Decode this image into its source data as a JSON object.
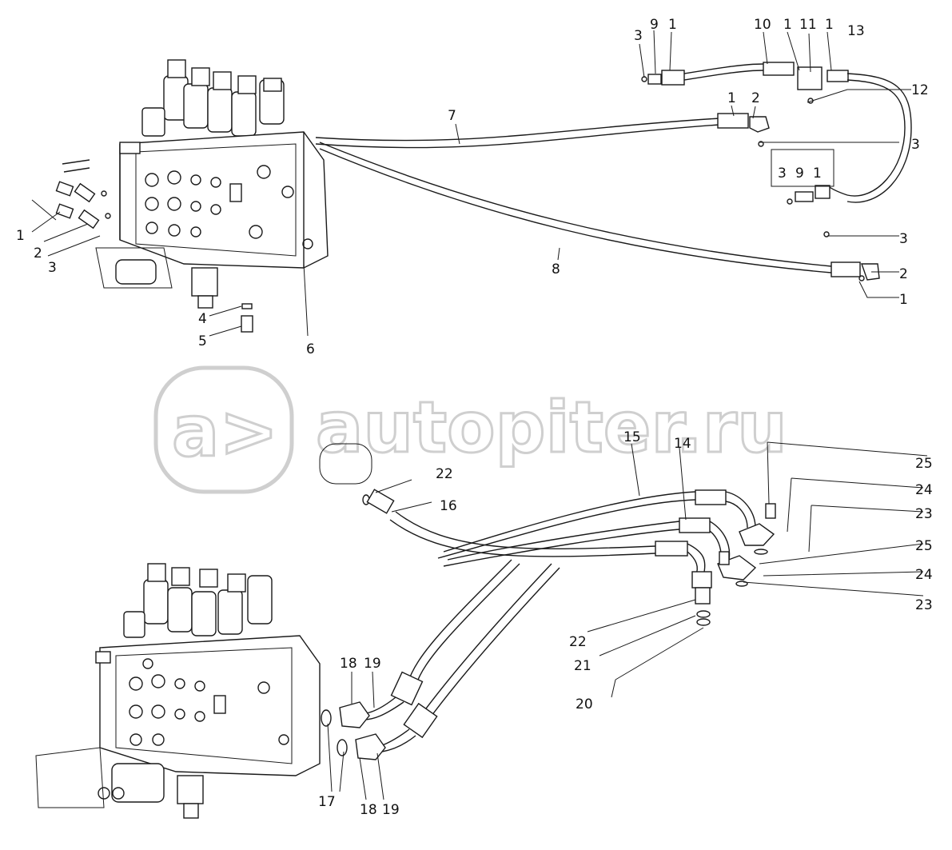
{
  "watermark": {
    "text": "autopiter.ru",
    "logo_letter": "a>"
  },
  "callouts": {
    "t1": "3",
    "t2": "9",
    "t3": "1",
    "t4": "10",
    "t5": "1",
    "t6": "11",
    "t7": "1",
    "t8": "13",
    "t9": "12",
    "t10": "1",
    "t11": "2",
    "t12": "3",
    "t13": "7",
    "box_a": "3",
    "box_b": "9",
    "box_c": "1",
    "t14": "3",
    "t15": "8",
    "t16": "2",
    "t17": "1",
    "l1": "1",
    "l2": "2",
    "l3": "3",
    "l4": "4",
    "l5": "5",
    "l6": "6",
    "b15": "15",
    "b14": "14",
    "b25a": "25",
    "b24a": "24",
    "b23a": "23",
    "b25b": "25",
    "b24b": "24",
    "b23b": "23",
    "b22a": "22",
    "b16": "16",
    "b22b": "22",
    "b21": "21",
    "b20": "20",
    "b18a": "18",
    "b19a": "19",
    "b18b": "18",
    "b19b": "19",
    "b17": "17"
  }
}
